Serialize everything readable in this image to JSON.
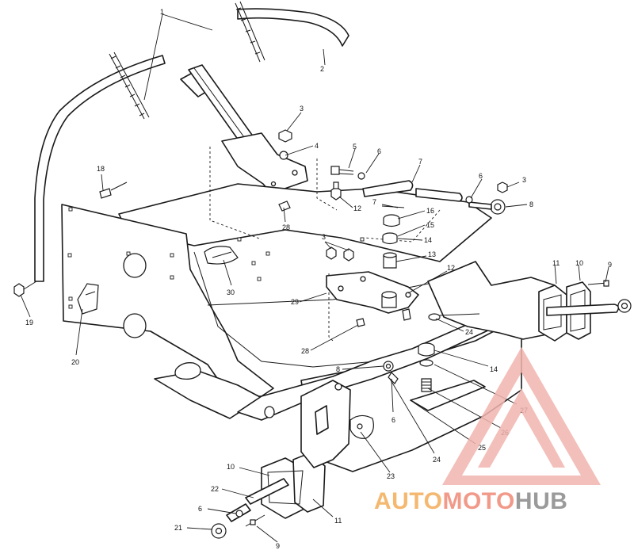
{
  "diagram": {
    "callouts": [
      {
        "id": "c1",
        "text": "1"
      },
      {
        "id": "c2",
        "text": "2"
      },
      {
        "id": "c3a",
        "text": "3"
      },
      {
        "id": "c4",
        "text": "4"
      },
      {
        "id": "c5",
        "text": "5"
      },
      {
        "id": "c6a",
        "text": "6"
      },
      {
        "id": "c7a",
        "text": "7"
      },
      {
        "id": "c6b",
        "text": "6"
      },
      {
        "id": "c3b",
        "text": "3"
      },
      {
        "id": "c8a",
        "text": "8"
      },
      {
        "id": "c18",
        "text": "18"
      },
      {
        "id": "c12a",
        "text": "12"
      },
      {
        "id": "c7b",
        "text": "7"
      },
      {
        "id": "c16",
        "text": "16"
      },
      {
        "id": "c15",
        "text": "15"
      },
      {
        "id": "c28a",
        "text": "28"
      },
      {
        "id": "c14a",
        "text": "14"
      },
      {
        "id": "c3c",
        "text": "3"
      },
      {
        "id": "c13",
        "text": "13"
      },
      {
        "id": "c12b",
        "text": "12"
      },
      {
        "id": "c11a",
        "text": "11"
      },
      {
        "id": "c10a",
        "text": "10"
      },
      {
        "id": "c9a",
        "text": "9"
      },
      {
        "id": "c30",
        "text": "30"
      },
      {
        "id": "c29",
        "text": "29"
      },
      {
        "id": "c19",
        "text": "19"
      },
      {
        "id": "c24a",
        "text": "24"
      },
      {
        "id": "c28b",
        "text": "28"
      },
      {
        "id": "c20",
        "text": "20"
      },
      {
        "id": "c8b",
        "text": "8"
      },
      {
        "id": "c14b",
        "text": "14"
      },
      {
        "id": "c6c",
        "text": "6"
      },
      {
        "id": "c27",
        "text": "27"
      },
      {
        "id": "c26",
        "text": "26"
      },
      {
        "id": "c25",
        "text": "25"
      },
      {
        "id": "c24b",
        "text": "24"
      },
      {
        "id": "c23",
        "text": "23"
      },
      {
        "id": "c10b",
        "text": "10"
      },
      {
        "id": "c22",
        "text": "22"
      },
      {
        "id": "c6d",
        "text": "6"
      },
      {
        "id": "c11b",
        "text": "11"
      },
      {
        "id": "c21",
        "text": "21"
      },
      {
        "id": "c9b",
        "text": "9"
      }
    ]
  },
  "watermark": {
    "word1": "AUTO",
    "word2": "MOTO",
    "word3": "HUB",
    "color_auto": "#f4b870",
    "color_moto": "#f29a8a",
    "color_hub": "#9a9a9a",
    "triangle_color": "#f2b4ae"
  }
}
